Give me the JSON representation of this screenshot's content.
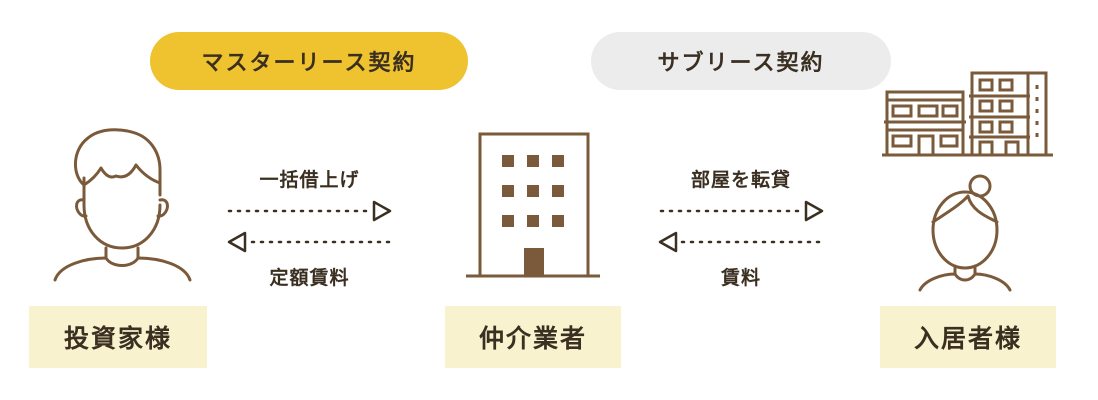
{
  "contracts": {
    "master_lease": "マスターリース契約",
    "sublease": "サブリース契約"
  },
  "parties": {
    "investor": "投資家様",
    "broker": "仲介業者",
    "tenant": "入居者様"
  },
  "flows": {
    "investor_to_broker": "一括借上げ",
    "broker_to_investor": "定額賃料",
    "broker_to_tenant": "部屋を転貸",
    "tenant_to_broker": "賃料"
  },
  "colors": {
    "master_pill": "#efc32f",
    "sub_pill": "#ececec",
    "label_bg": "#f8f2cf",
    "icon_stroke": "#7a5a3a",
    "text": "#3a2f20"
  },
  "icons": {
    "investor": "person-icon",
    "broker": "office-building-icon",
    "tenant_building": "apartment-building-icon",
    "tenant": "woman-icon"
  }
}
